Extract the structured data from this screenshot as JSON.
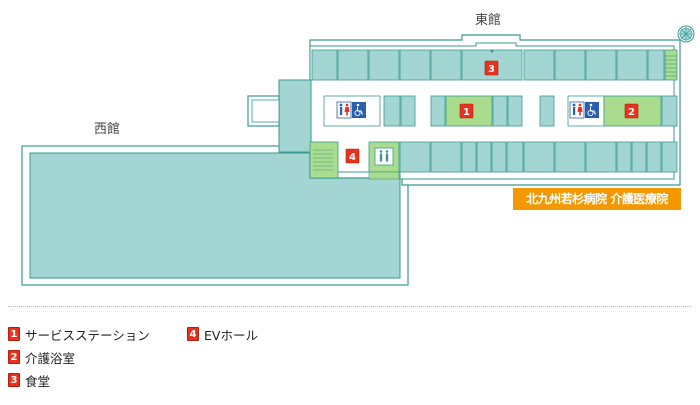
{
  "map": {
    "east_building_label": "東館",
    "west_building_label": "西館",
    "hospital_banner": "北九州若杉病院 介護医療院",
    "markers": [
      {
        "id": "marker-3",
        "number": "3"
      },
      {
        "id": "marker-1",
        "number": "1"
      },
      {
        "id": "marker-2",
        "number": "2"
      },
      {
        "id": "marker-4",
        "number": "4"
      }
    ],
    "icons": [
      "restroom-icon",
      "wheelchair-icon",
      "elevator-icon",
      "compass-icon",
      "stairs-icon"
    ]
  },
  "legend": {
    "items": [
      {
        "number": "1",
        "label": "サービスステーション"
      },
      {
        "number": "2",
        "label": "介護浴室"
      },
      {
        "number": "3",
        "label": "食堂"
      },
      {
        "number": "4",
        "label": "EVホール"
      }
    ]
  },
  "colors": {
    "room_fill": "#a3d5d3",
    "wall_line": "#3a9a92",
    "green_room": "#a9dc8c",
    "corridor": "#ffffff",
    "marker_red": "#e8321e",
    "banner_orange": "#f39800",
    "west_fill": "#a3d5d3",
    "restroom_blue": "#2a5fb0"
  }
}
